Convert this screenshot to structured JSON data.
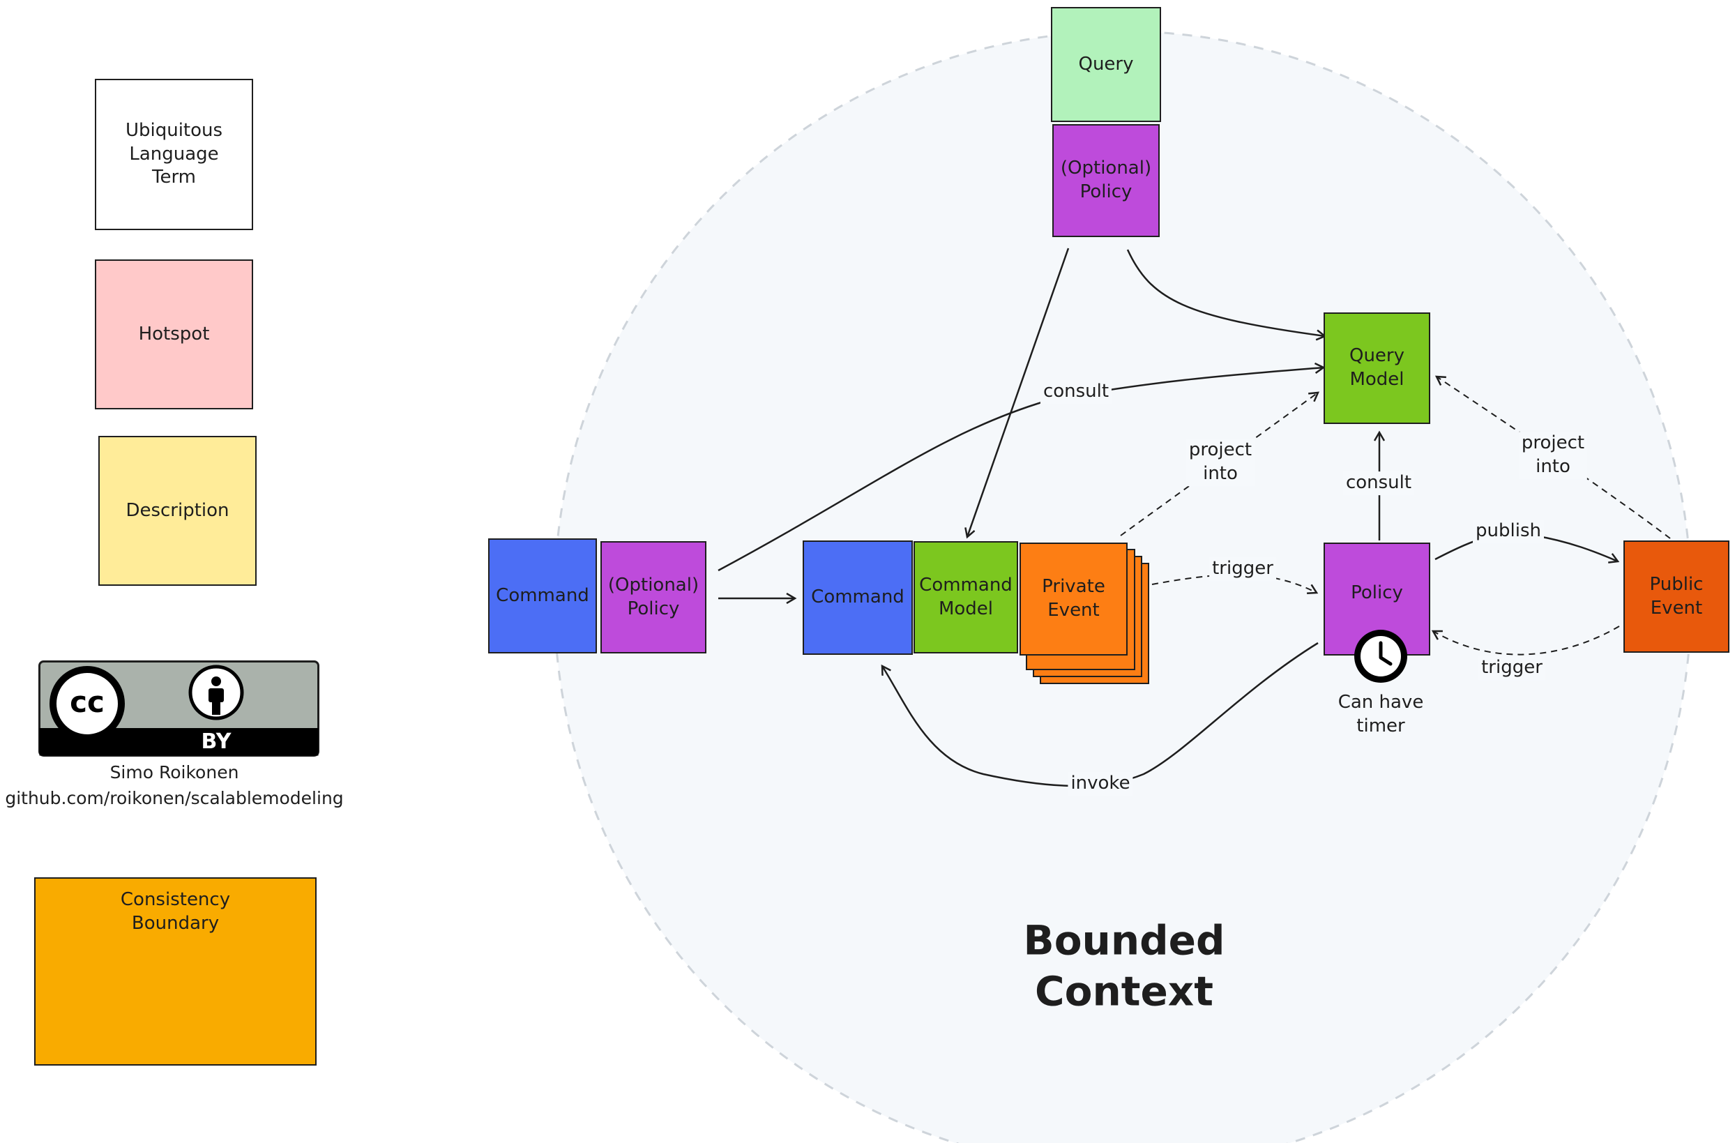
{
  "legend": {
    "ubiquitous_term": "Ubiquitous\nLanguage\nTerm",
    "hotspot": "Hotspot",
    "description": "Description",
    "consistency_boundary": "Consistency\nBoundary",
    "license_cc": "cc",
    "license_by": "BY",
    "author": "Simo Roikonen",
    "repo": "github.com/roikonen/scalablemodeling"
  },
  "diagram": {
    "bounded_context": "Bounded\nContext",
    "query": "Query",
    "top_policy": "(Optional)\nPolicy",
    "query_model": "Query\nModel",
    "left_command": "Command",
    "left_policy": "(Optional)\nPolicy",
    "command": "Command",
    "command_model": "Command\nModel",
    "private_event": "Private\nEvent",
    "policy": "Policy",
    "timer_note": "Can have\ntimer",
    "public_event": "Public\nEvent"
  },
  "edges": {
    "consult_top": "consult",
    "project_into_left": "project\ninto",
    "consult_right": "consult",
    "project_into_right": "project\ninto",
    "trigger_mid": "trigger",
    "publish": "publish",
    "trigger_back": "trigger",
    "invoke": "invoke"
  },
  "colors": {
    "note_white": "#ffffff",
    "hotspot": "#ffc9c9",
    "description": "#ffec99",
    "consistency": "#f9ab00",
    "query": "#b2f2bb",
    "policy": "#be4bdb",
    "query_model": "#7cc71f",
    "command": "#4c6ef5",
    "private_event": "#fd7e14",
    "public_event": "#e8590c",
    "context_fill": "#f5f8fb",
    "context_stroke": "#ced4da"
  }
}
